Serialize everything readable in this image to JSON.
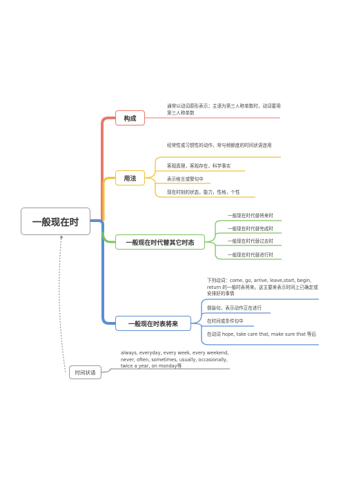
{
  "root": {
    "label": "一般现在时"
  },
  "branches": [
    {
      "label": "构成",
      "color": "#e8796a",
      "leaves": [
        "通常以动词原形表示；主语为第三人称单数时，动词要用第三人称单数"
      ]
    },
    {
      "label": "用法",
      "color": "#f1c232",
      "leaves": [
        "经常性或习惯性的动作，常与频额度的时间状语连用",
        "客观真理，客观存在，科学事实",
        "表示格言或警句中",
        "现在时刻的状态，能力，性格，个性"
      ]
    },
    {
      "label": "一般现在时代替其它时态",
      "color": "#7cc35c",
      "leaves": [
        "一般现在时代替将来时",
        "一般现在时代替完成时",
        "一般现在时代替过去时",
        "一般现在时代替进行时"
      ]
    },
    {
      "label": "一般现在时表将来",
      "color": "#5b8fcf",
      "leaves": [
        "下列动词：come, go, arrive, leave,start, begin, return 的一般时表将来。这主要来表示时间上已确定或安排好的事情",
        "倒装句，表示动作正在进行",
        "在时间或条件句中",
        "在动词 hope, take care that, make sure that 等后"
      ]
    }
  ],
  "side": {
    "label": "时间状语",
    "leaf": "always, everyday, every week, every weekend, never, often, sometimes, usually, occasionally, twice a year, on monday等"
  }
}
